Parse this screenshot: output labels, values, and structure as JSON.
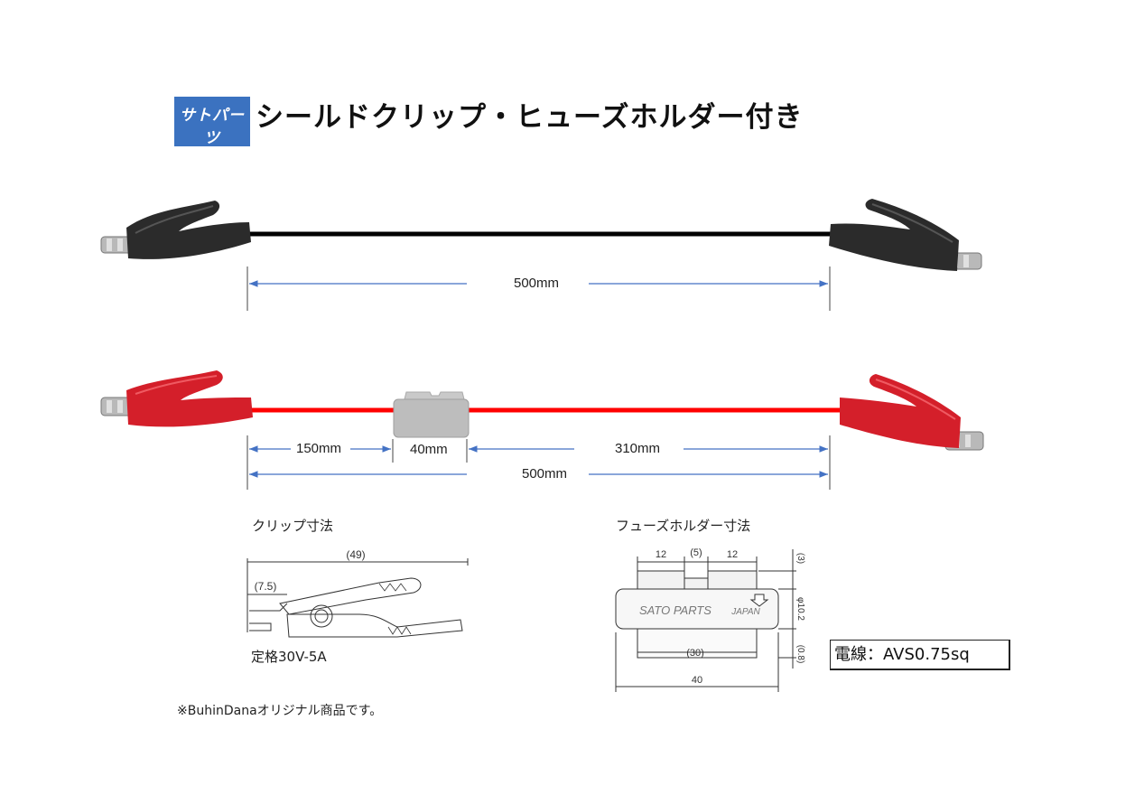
{
  "logo": {
    "line1": "サトパーツ",
    "line2": "SATO PARTS"
  },
  "title": "シールドクリップ・ヒューズホルダー付き",
  "black_cable": {
    "length_label": "500mm"
  },
  "red_cable": {
    "seg1_label": "150mm",
    "fuse_label": "40mm",
    "seg2_label": "310mm",
    "total_label": "500mm"
  },
  "clip_drawing": {
    "caption": "クリップ寸法",
    "dim_length": "(49)",
    "dim_jaw": "(7.5)",
    "rating": "定格30V-5A"
  },
  "fuse_drawing": {
    "caption": "フューズホルダー寸法",
    "dim_top_left": "12",
    "dim_top_mid": "(5)",
    "dim_top_right": "12",
    "dim_side_top": "(3)",
    "dim_side_mid": "φ10.2",
    "dim_side_bot": "(0.8)",
    "dim_inner": "(30)",
    "dim_total": "40",
    "body_brand": "SATO PARTS",
    "body_origin": "JAPAN"
  },
  "spec_box": "電線：AVS0.75sq",
  "footnote": "※BuhinDanaオリジナル商品です。",
  "colors": {
    "logo_bg": "#3b72c0",
    "dim_line": "#4472c4",
    "red_wire": "#ff0000",
    "black_wire": "#000000",
    "clip_red": "#d41f2a",
    "clip_black": "#2a2a2a",
    "fuse_body": "#bdbdbd"
  }
}
